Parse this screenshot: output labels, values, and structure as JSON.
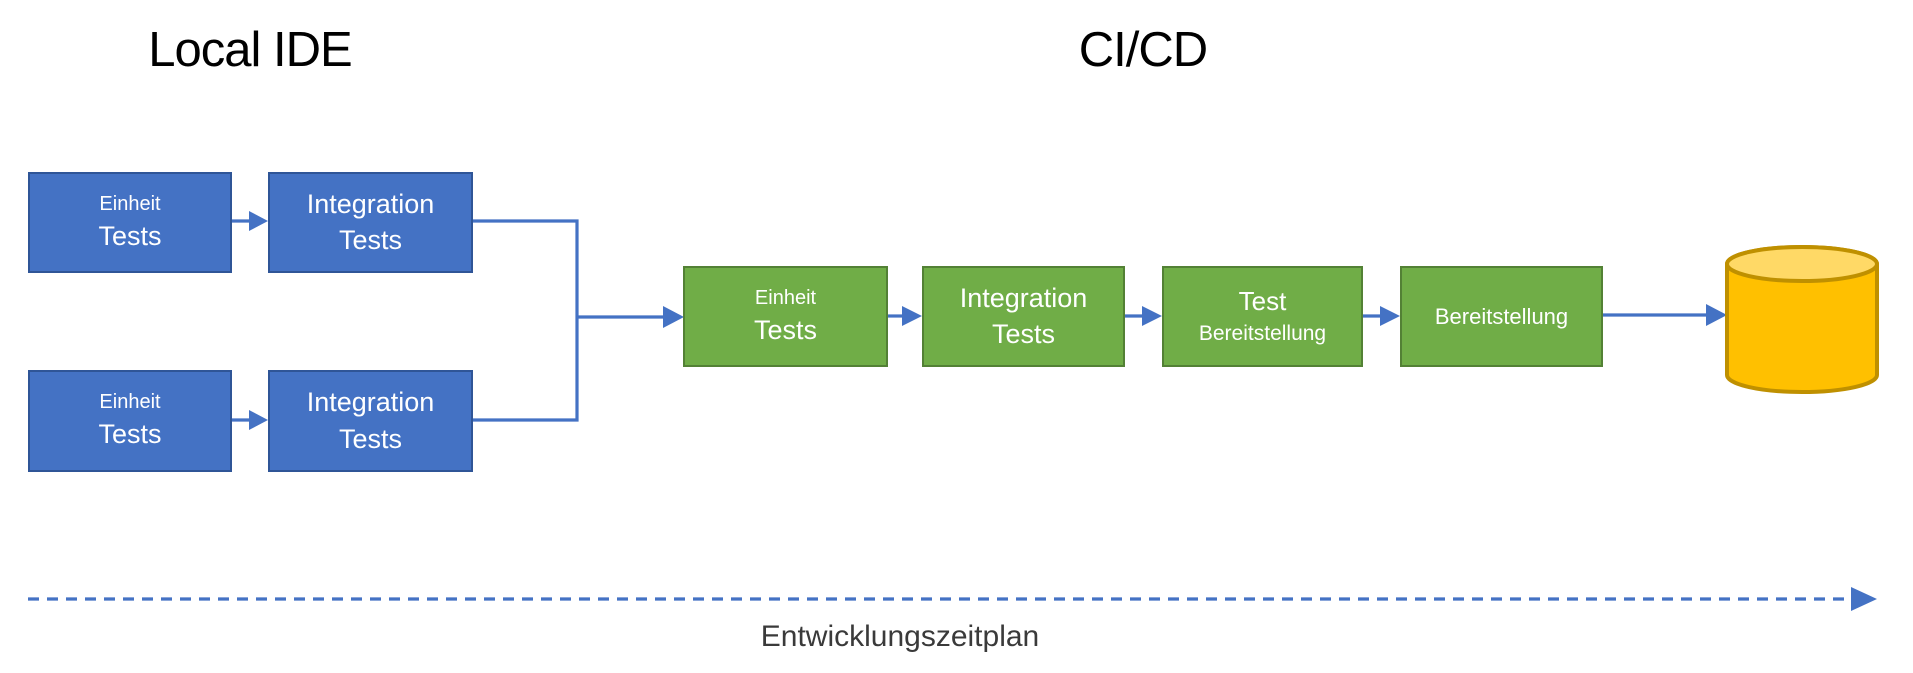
{
  "diagram": {
    "titles": {
      "local": "Local IDE",
      "cicd": "CI/CD"
    },
    "local_ide": {
      "branch1": {
        "unit": {
          "line1": "Einheit",
          "line2": "Tests"
        },
        "integration": {
          "line1": "Integration",
          "line2": "Tests"
        }
      },
      "branch2": {
        "unit": {
          "line1": "Einheit",
          "line2": "Tests"
        },
        "integration": {
          "line1": "Integration",
          "line2": "Tests"
        }
      }
    },
    "pipeline": {
      "unit": {
        "line1": "Einheit",
        "line2": "Tests"
      },
      "integration": {
        "line1": "Integration",
        "line2": "Tests"
      },
      "test_deployment": {
        "line1": "Test",
        "line2": "Bereitstellung"
      },
      "deployment": {
        "label": "Bereitstellung"
      }
    },
    "database": {
      "icon": "database-cylinder"
    },
    "timeline": {
      "label": "Entwicklungszeitplan"
    },
    "colors": {
      "box_blue_fill": "#4472C4",
      "box_blue_border": "#2F5597",
      "box_green_fill": "#70AD47",
      "box_green_border": "#538135",
      "arrow": "#4472C4",
      "db_body_fill": "#FFC000",
      "db_top_fill": "#FFD966",
      "db_border": "#BF9000",
      "box_text": "#FFFFFF",
      "title_text": "#000000",
      "timeline_text": "#3A3A3A"
    }
  }
}
